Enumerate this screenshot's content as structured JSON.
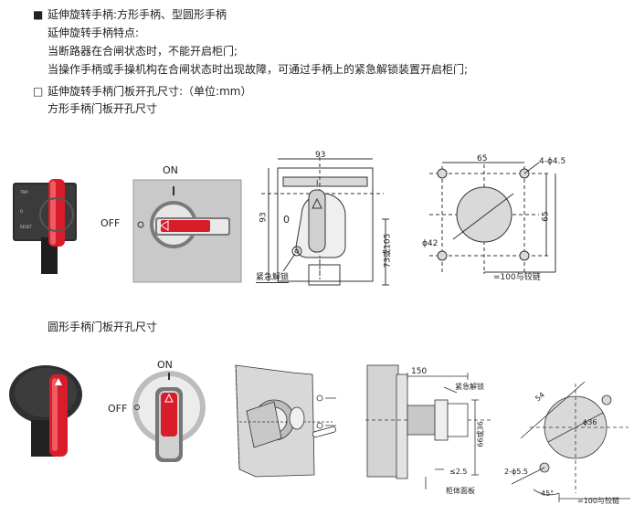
{
  "text": {
    "line1": "延伸旋转手柄:方形手柄、型圆形手柄",
    "line2": "延伸旋转手柄特点:",
    "line3": "当断路器在合闸状态时，不能开启柜门;",
    "line4": "当操作手柄或手操机构在合闸状态时出现故障，可通过手柄上的紧急解锁装置开启柜门;",
    "line5": "延伸旋转手柄门板开孔尺寸:（单位:mm）",
    "line6": "方形手柄门板开孔尺寸",
    "line7": "圆形手柄门板开孔尺寸"
  },
  "square": {
    "on": "ON",
    "off": "OFF",
    "dim_93_top": "93",
    "dim_93_side": "93",
    "dim_73": "73或105",
    "emergency": "紧急解锁",
    "dim_65_top": "65",
    "dim_65_side": "65",
    "hole_4": "4-ϕ4.5",
    "hole_42": "ϕ42",
    "dim_100": "=100与铰链",
    "pos0": "0",
    "pos1": "I"
  },
  "round": {
    "on": "ON",
    "off": "OFF",
    "dim_150": "150",
    "emergency": "紧急解锁",
    "dim_66": "66或36",
    "dim_25": "≤2.5",
    "door": "柜体面板",
    "dim_54": "54",
    "hole_36": "ϕ36",
    "hole_2": "2-ϕ5.5",
    "angle": "45°",
    "dim_100": "=100与铰链"
  }
}
